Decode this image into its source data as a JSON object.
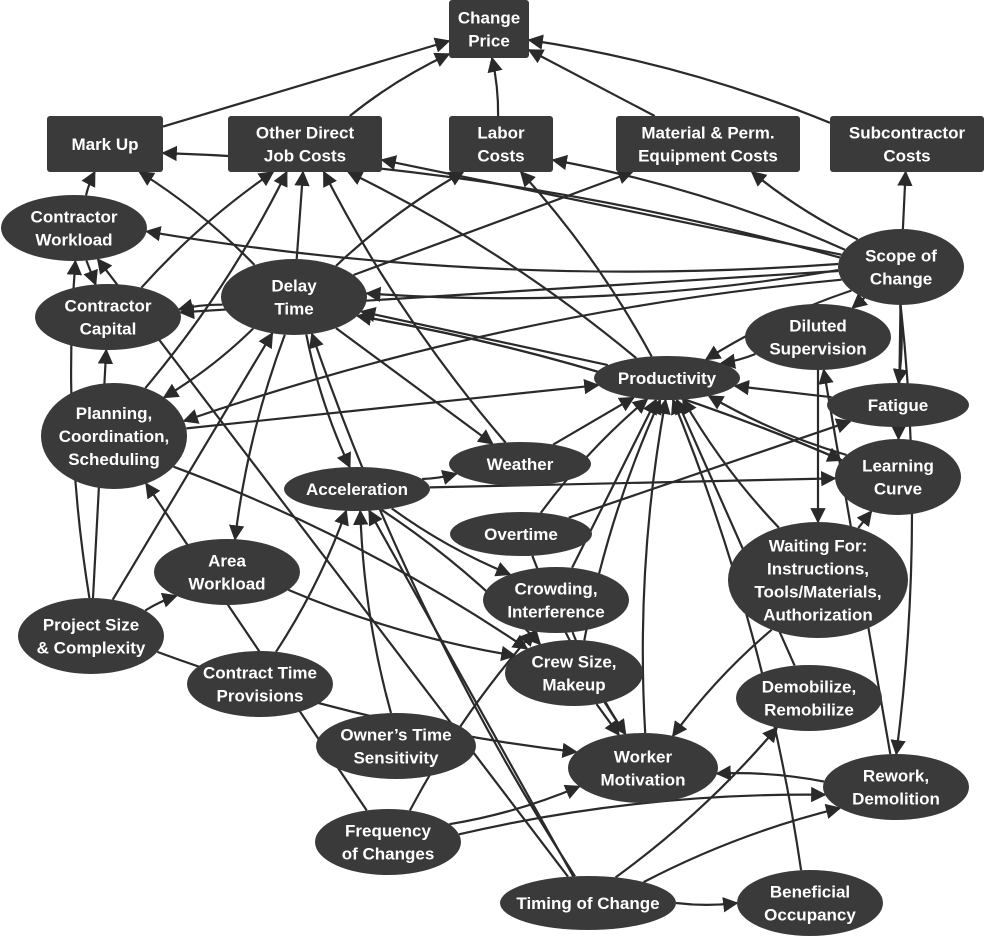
{
  "diagram": {
    "nodes": {
      "change_price": {
        "lines": [
          "Change",
          "Price"
        ],
        "shape": "rect"
      },
      "mark_up": {
        "lines": [
          "Mark Up"
        ],
        "shape": "rect"
      },
      "other_direct": {
        "lines": [
          "Other Direct",
          "Job Costs"
        ],
        "shape": "rect"
      },
      "labor_costs": {
        "lines": [
          "Labor",
          "Costs"
        ],
        "shape": "rect"
      },
      "material": {
        "lines": [
          "Material & Perm.",
          "Equipment Costs"
        ],
        "shape": "rect"
      },
      "subcontractor": {
        "lines": [
          "Subcontractor",
          "Costs"
        ],
        "shape": "rect"
      },
      "contractor_workload": {
        "lines": [
          "Contractor",
          "Workload"
        ],
        "shape": "ellipse"
      },
      "contractor_capital": {
        "lines": [
          "Contractor",
          "Capital"
        ],
        "shape": "ellipse"
      },
      "delay_time": {
        "lines": [
          "Delay",
          "Time"
        ],
        "shape": "ellipse"
      },
      "scope_of_change": {
        "lines": [
          "Scope of",
          "Change"
        ],
        "shape": "ellipse"
      },
      "diluted_supervision": {
        "lines": [
          "Diluted",
          "Supervision"
        ],
        "shape": "ellipse"
      },
      "productivity": {
        "lines": [
          "Productivity"
        ],
        "shape": "ellipse"
      },
      "fatigue": {
        "lines": [
          "Fatigue"
        ],
        "shape": "ellipse"
      },
      "planning": {
        "lines": [
          "Planning,",
          "Coordination,",
          "Scheduling"
        ],
        "shape": "ellipse"
      },
      "weather": {
        "lines": [
          "Weather"
        ],
        "shape": "ellipse"
      },
      "learning_curve": {
        "lines": [
          "Learning",
          "Curve"
        ],
        "shape": "ellipse"
      },
      "acceleration": {
        "lines": [
          "Acceleration"
        ],
        "shape": "ellipse"
      },
      "overtime": {
        "lines": [
          "Overtime"
        ],
        "shape": "ellipse"
      },
      "waiting_for": {
        "lines": [
          "Waiting For:",
          "Instructions,",
          "Tools/Materials,",
          "Authorization"
        ],
        "shape": "ellipse"
      },
      "area_workload": {
        "lines": [
          "Area",
          "Workload"
        ],
        "shape": "ellipse"
      },
      "crowding": {
        "lines": [
          "Crowding,",
          "Interference"
        ],
        "shape": "ellipse"
      },
      "project_size": {
        "lines": [
          "Project Size",
          "& Complexity"
        ],
        "shape": "ellipse"
      },
      "crew_size": {
        "lines": [
          "Crew Size,",
          "Makeup"
        ],
        "shape": "ellipse"
      },
      "contract_time": {
        "lines": [
          "Contract Time",
          "Provisions"
        ],
        "shape": "ellipse"
      },
      "demobilize": {
        "lines": [
          "Demobilize,",
          "Remobilize"
        ],
        "shape": "ellipse"
      },
      "owners_time": {
        "lines": [
          "Owner’s Time",
          "Sensitivity"
        ],
        "shape": "ellipse"
      },
      "worker_motivation": {
        "lines": [
          "Worker",
          "Motivation"
        ],
        "shape": "ellipse"
      },
      "rework": {
        "lines": [
          "Rework,",
          "Demolition"
        ],
        "shape": "ellipse"
      },
      "frequency": {
        "lines": [
          "Frequency",
          "of Changes"
        ],
        "shape": "ellipse"
      },
      "timing": {
        "lines": [
          "Timing of Change"
        ],
        "shape": "ellipse"
      },
      "beneficial": {
        "lines": [
          "Beneficial",
          "Occupancy"
        ],
        "shape": "ellipse"
      }
    },
    "edges": [
      [
        "mark_up",
        "change_price"
      ],
      [
        "other_direct",
        "change_price"
      ],
      [
        "labor_costs",
        "change_price"
      ],
      [
        "material",
        "change_price"
      ],
      [
        "subcontractor",
        "change_price"
      ],
      [
        "contractor_workload",
        "mark_up"
      ],
      [
        "contractor_workload",
        "contractor_capital"
      ],
      [
        "contractor_capital",
        "other_direct"
      ],
      [
        "delay_time",
        "contractor_capital"
      ],
      [
        "delay_time",
        "other_direct"
      ],
      [
        "delay_time",
        "mark_up"
      ],
      [
        "delay_time",
        "labor_costs"
      ],
      [
        "delay_time",
        "material"
      ],
      [
        "delay_time",
        "planning"
      ],
      [
        "delay_time",
        "acceleration"
      ],
      [
        "delay_time",
        "weather"
      ],
      [
        "delay_time",
        "area_workload"
      ],
      [
        "delay_time",
        "learning_curve"
      ],
      [
        "scope_of_change",
        "subcontractor"
      ],
      [
        "scope_of_change",
        "material"
      ],
      [
        "scope_of_change",
        "labor_costs"
      ],
      [
        "scope_of_change",
        "other_direct"
      ],
      [
        "scope_of_change",
        "mark_up"
      ],
      [
        "scope_of_change",
        "contractor_workload"
      ],
      [
        "scope_of_change",
        "contractor_capital"
      ],
      [
        "scope_of_change",
        "delay_time"
      ],
      [
        "scope_of_change",
        "planning"
      ],
      [
        "scope_of_change",
        "diluted_supervision"
      ],
      [
        "scope_of_change",
        "productivity"
      ],
      [
        "scope_of_change",
        "fatigue"
      ],
      [
        "scope_of_change",
        "learning_curve"
      ],
      [
        "scope_of_change",
        "rework"
      ],
      [
        "productivity",
        "labor_costs"
      ],
      [
        "productivity",
        "delay_time"
      ],
      [
        "productivity",
        "other_direct"
      ],
      [
        "diluted_supervision",
        "productivity"
      ],
      [
        "fatigue",
        "productivity"
      ],
      [
        "learning_curve",
        "productivity"
      ],
      [
        "learning_curve",
        "delay_time"
      ],
      [
        "planning",
        "productivity"
      ],
      [
        "planning",
        "other_direct"
      ],
      [
        "planning",
        "crew_size"
      ],
      [
        "weather",
        "productivity"
      ],
      [
        "weather",
        "other_direct"
      ],
      [
        "acceleration",
        "weather"
      ],
      [
        "acceleration",
        "learning_curve"
      ],
      [
        "acceleration",
        "crowding"
      ],
      [
        "acceleration",
        "crew_size"
      ],
      [
        "overtime",
        "fatigue"
      ],
      [
        "overtime",
        "productivity"
      ],
      [
        "overtime",
        "worker_motivation"
      ],
      [
        "crowding",
        "productivity"
      ],
      [
        "crowding",
        "worker_motivation"
      ],
      [
        "crew_size",
        "productivity"
      ],
      [
        "crew_size",
        "worker_motivation"
      ],
      [
        "waiting_for",
        "productivity"
      ],
      [
        "waiting_for",
        "worker_motivation"
      ],
      [
        "diluted_supervision",
        "waiting_for"
      ],
      [
        "area_workload",
        "crew_size"
      ],
      [
        "project_size",
        "area_workload"
      ],
      [
        "project_size",
        "delay_time"
      ],
      [
        "project_size",
        "contractor_workload"
      ],
      [
        "project_size",
        "worker_motivation"
      ],
      [
        "project_size",
        "contractor_capital"
      ],
      [
        "contract_time",
        "acceleration"
      ],
      [
        "owners_time",
        "acceleration"
      ],
      [
        "demobilize",
        "productivity"
      ],
      [
        "worker_motivation",
        "productivity"
      ],
      [
        "rework",
        "worker_motivation"
      ],
      [
        "rework",
        "diluted_supervision"
      ],
      [
        "frequency",
        "worker_motivation"
      ],
      [
        "frequency",
        "rework"
      ],
      [
        "frequency",
        "planning"
      ],
      [
        "frequency",
        "crowding"
      ],
      [
        "timing",
        "beneficial"
      ],
      [
        "timing",
        "acceleration"
      ],
      [
        "timing",
        "demobilize"
      ],
      [
        "timing",
        "rework"
      ],
      [
        "timing",
        "contractor_workload"
      ],
      [
        "timing",
        "delay_time"
      ],
      [
        "beneficial",
        "productivity"
      ],
      [
        "waiting_for",
        "learning_curve"
      ]
    ]
  }
}
